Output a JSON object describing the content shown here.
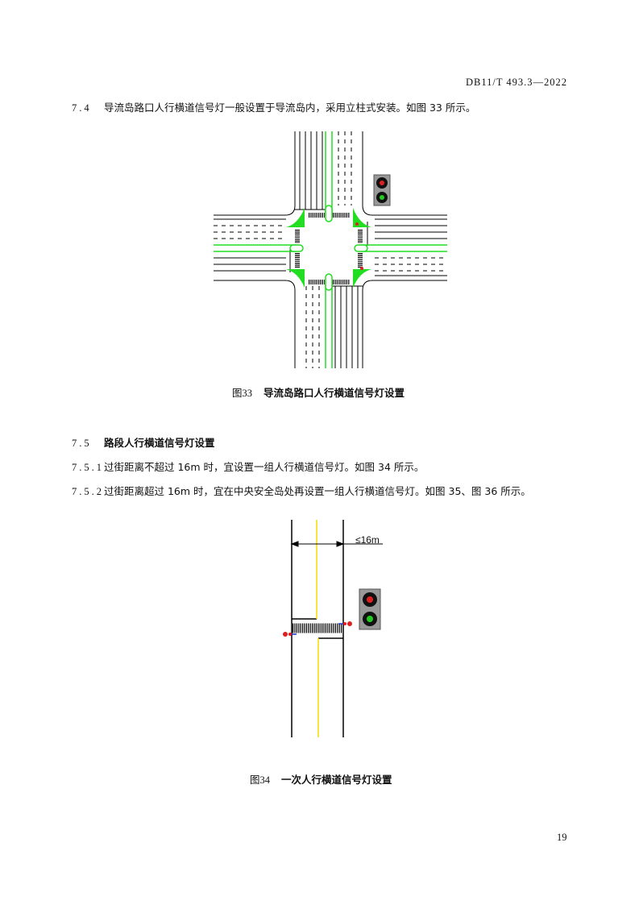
{
  "header": {
    "doc_id": "DB11/T 493.3—2022"
  },
  "sections": [
    {
      "num": "7.4",
      "text": "导流岛路口人行横道信号灯一般设置于导流岛内，采用立柱式安装。如图 33 所示。"
    },
    {
      "num": "7.5",
      "text": "路段人行横道信号灯设置"
    },
    {
      "num": "7.5.1",
      "text": "过街距离不超过 16m 时，宜设置一组人行横道信号灯。如图 34 所示。"
    },
    {
      "num": "7.5.2",
      "text": "过街距离超过 16m 时，宜在中央安全岛处再设置一组人行横道信号灯。如图 35、图 36 所示。"
    }
  ],
  "figures": [
    {
      "label": "图33",
      "caption": "导流岛路口人行横道信号灯设置"
    },
    {
      "label": "图34",
      "caption": "一次人行横道信号灯设置",
      "dimension": "≤16m"
    }
  ],
  "page_number": "19",
  "colors": {
    "island": "#22dd22",
    "red_light": "#e02020",
    "green_light": "#22cc22",
    "yellow_line": "#f0e000"
  }
}
